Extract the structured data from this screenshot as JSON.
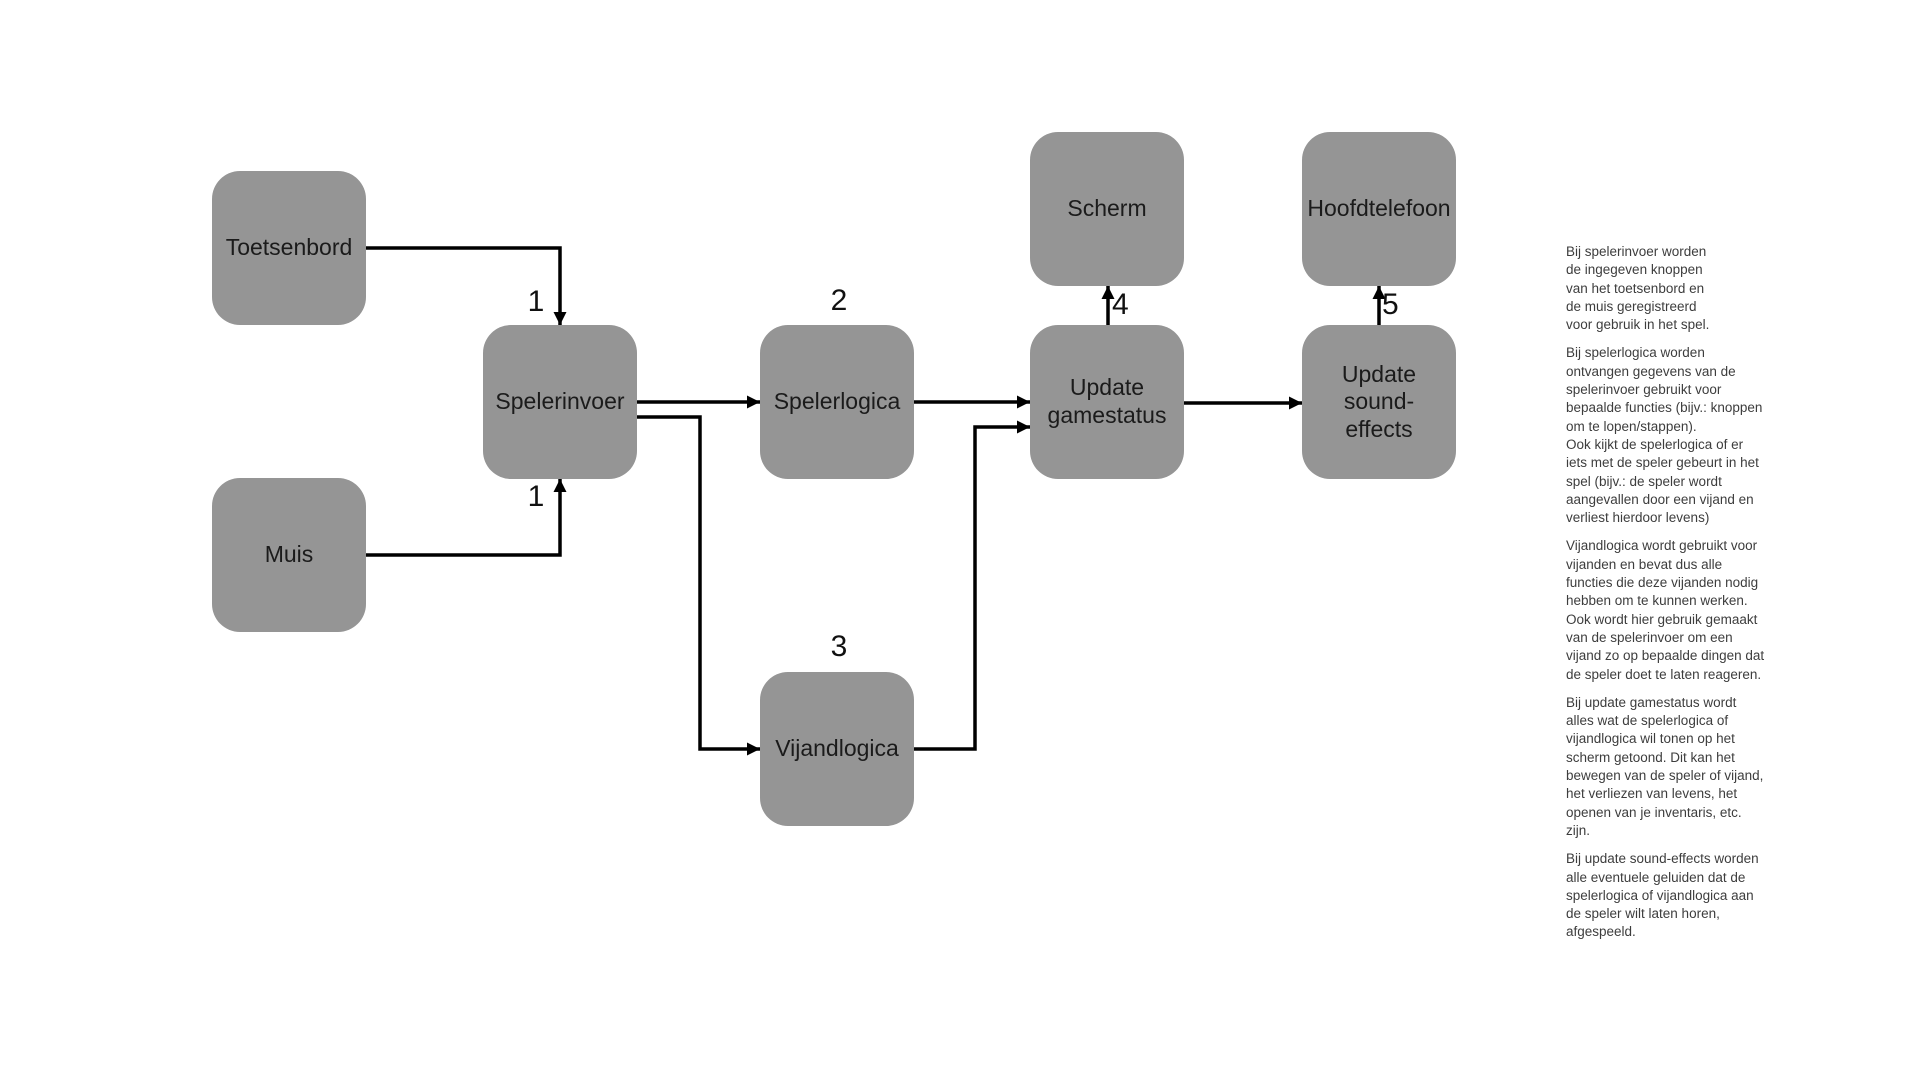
{
  "diagram": {
    "boxes": {
      "toetsenbord": {
        "label": "Toetsenbord"
      },
      "muis": {
        "label": "Muis"
      },
      "spelerinvoer": {
        "label": "Spelerinvoer"
      },
      "spelerlogica": {
        "label": "Spelerlogica"
      },
      "vijandlogica": {
        "label": "Vijandlogica"
      },
      "scherm": {
        "label": "Scherm"
      },
      "update_gamestatus": {
        "label": "Update gamestatus"
      },
      "hoofdtelefoon": {
        "label": "Hoofdtelefoon"
      },
      "update_soundeffects": {
        "label": "Update sound-effects"
      }
    },
    "step_numbers": {
      "toetsenbord_input": "1",
      "muis_input": "1",
      "spelerlogica": "2",
      "vijandlogica": "3",
      "scherm": "4",
      "hoofdtelefoon": "5"
    },
    "colors": {
      "background": "#ffffff",
      "box_fill": "#959595",
      "box_text": "#1b1b1b",
      "connector": "#000000",
      "note_text": "#3d3d3d"
    }
  },
  "notes": {
    "paragraphs": [
      [
        "Bij spelerinvoer worden",
        "de ingegeven knoppen",
        "van het toetsenbord en",
        "de muis geregistreerd",
        "voor gebruik in het spel."
      ],
      [
        "Bij spelerlogica worden",
        "ontvangen gegevens van de",
        "spelerinvoer gebruikt voor",
        "bepaalde functies (bijv.: knoppen",
        "om te lopen/stappen).",
        "Ook kijkt de spelerlogica of er",
        "iets met de speler gebeurt in het",
        "spel (bijv.: de speler wordt",
        "aangevallen door een vijand en",
        "verliest hierdoor levens)"
      ],
      [
        "Vijandlogica wordt gebruikt voor",
        "vijanden en bevat dus alle",
        "functies die deze vijanden nodig",
        "hebben om te kunnen werken.",
        "Ook wordt hier gebruik gemaakt",
        "van de spelerinvoer om een",
        "vijand zo op bepaalde dingen dat",
        "de speler doet te laten reageren."
      ],
      [
        "Bij update gamestatus wordt",
        "alles wat de spelerlogica of",
        "vijandlogica wil tonen op het",
        "scherm getoond. Dit kan het",
        "bewegen van de speler of vijand,",
        "het verliezen van levens, het",
        "openen van je inventaris, etc.",
        "zijn."
      ],
      [
        "Bij update sound-effects worden",
        "alle eventuele geluiden dat de",
        "spelerlogica of vijandlogica aan",
        "de speler wilt laten horen,",
        "afgespeeld."
      ]
    ]
  }
}
